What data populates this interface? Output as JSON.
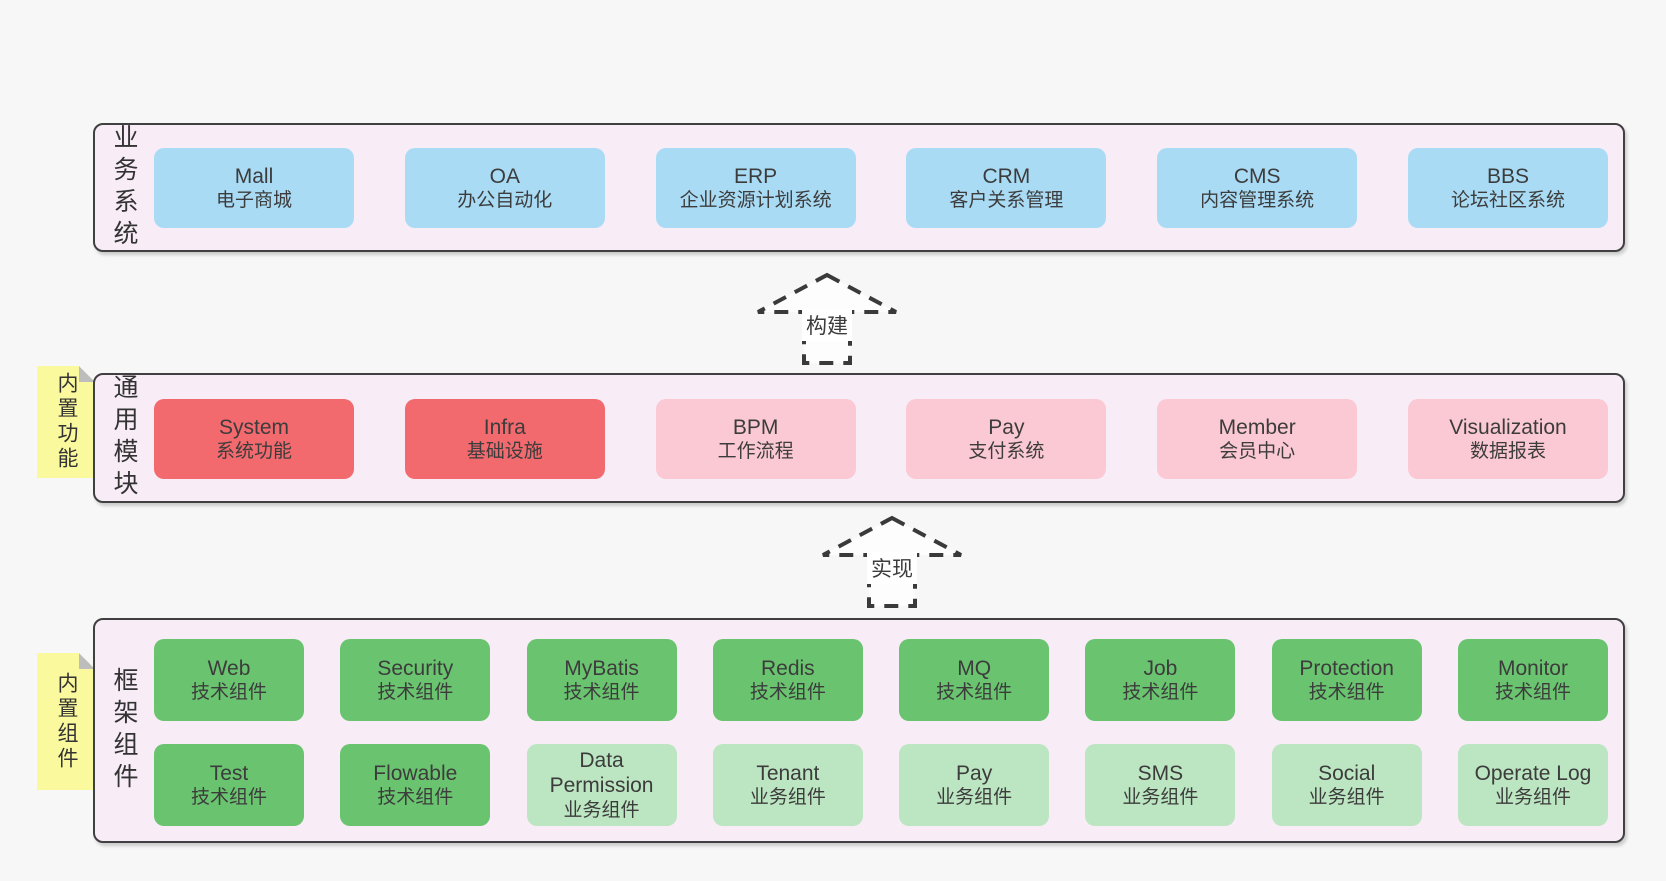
{
  "palette": {
    "blue": "#a9dbf5",
    "red": "#f2696e",
    "pink": "#fbc9d3",
    "green": "#6ac46f",
    "green-light": "#bce5c1",
    "band_bg": "#f8edf7",
    "note_bg": "#fbf99e",
    "border": "#404040",
    "text": "#3c3c3c",
    "page_bg": "#f7f7f7"
  },
  "arrows": [
    {
      "label": "构建"
    },
    {
      "label": "实现"
    }
  ],
  "bands": [
    {
      "label": "业务系统",
      "note": null,
      "rows": [
        [
          {
            "title": "Mall",
            "subtitle": "电子商城",
            "variant": "blue"
          },
          {
            "title": "OA",
            "subtitle": "办公自动化",
            "variant": "blue"
          },
          {
            "title": "ERP",
            "subtitle": "企业资源计划系统",
            "variant": "blue"
          },
          {
            "title": "CRM",
            "subtitle": "客户关系管理",
            "variant": "blue"
          },
          {
            "title": "CMS",
            "subtitle": "内容管理系统",
            "variant": "blue"
          },
          {
            "title": "BBS",
            "subtitle": "论坛社区系统",
            "variant": "blue"
          }
        ]
      ]
    },
    {
      "label": "通用模块",
      "note": "内置功能",
      "rows": [
        [
          {
            "title": "System",
            "subtitle": "系统功能",
            "variant": "red"
          },
          {
            "title": "Infra",
            "subtitle": "基础设施",
            "variant": "red"
          },
          {
            "title": "BPM",
            "subtitle": "工作流程",
            "variant": "pink"
          },
          {
            "title": "Pay",
            "subtitle": "支付系统",
            "variant": "pink"
          },
          {
            "title": "Member",
            "subtitle": "会员中心",
            "variant": "pink"
          },
          {
            "title": "Visualization",
            "subtitle": "数据报表",
            "variant": "pink"
          }
        ]
      ]
    },
    {
      "label": "框架组件",
      "note": "内置组件",
      "rows": [
        [
          {
            "title": "Web",
            "subtitle": "技术组件",
            "variant": "green"
          },
          {
            "title": "Security",
            "subtitle": "技术组件",
            "variant": "green"
          },
          {
            "title": "MyBatis",
            "subtitle": "技术组件",
            "variant": "green"
          },
          {
            "title": "Redis",
            "subtitle": "技术组件",
            "variant": "green"
          },
          {
            "title": "MQ",
            "subtitle": "技术组件",
            "variant": "green"
          },
          {
            "title": "Job",
            "subtitle": "技术组件",
            "variant": "green"
          },
          {
            "title": "Protection",
            "subtitle": "技术组件",
            "variant": "green"
          },
          {
            "title": "Monitor",
            "subtitle": "技术组件",
            "variant": "green"
          }
        ],
        [
          {
            "title": "Test",
            "subtitle": "技术组件",
            "variant": "green"
          },
          {
            "title": "Flowable",
            "subtitle": "技术组件",
            "variant": "green"
          },
          {
            "title": "Data Permission",
            "subtitle": "业务组件",
            "variant": "green-light"
          },
          {
            "title": "Tenant",
            "subtitle": "业务组件",
            "variant": "green-light"
          },
          {
            "title": "Pay",
            "subtitle": "业务组件",
            "variant": "green-light"
          },
          {
            "title": "SMS",
            "subtitle": "业务组件",
            "variant": "green-light"
          },
          {
            "title": "Social",
            "subtitle": "业务组件",
            "variant": "green-light"
          },
          {
            "title": "Operate Log",
            "subtitle": "业务组件",
            "variant": "green-light"
          }
        ]
      ]
    }
  ]
}
